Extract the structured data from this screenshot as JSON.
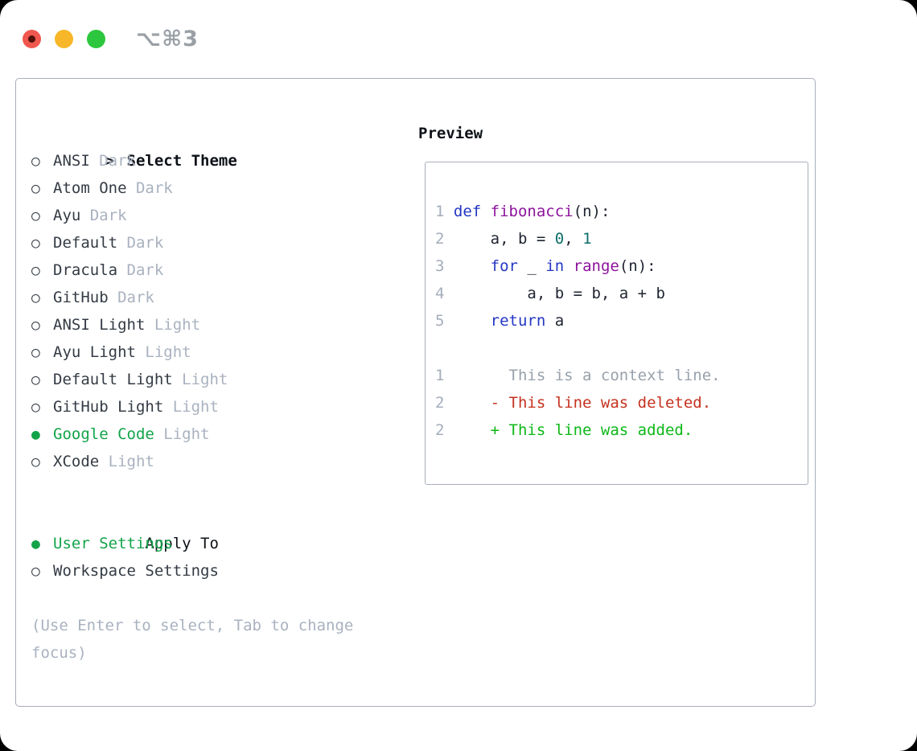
{
  "window": {
    "title": "⌥⌘3"
  },
  "theme_picker": {
    "header_marker": ">",
    "header_label": "Select Theme",
    "items": [
      {
        "marker": "○",
        "name": "ANSI",
        "variant": "Dark",
        "selected": false
      },
      {
        "marker": "○",
        "name": "Atom One",
        "variant": "Dark",
        "selected": false
      },
      {
        "marker": "○",
        "name": "Ayu",
        "variant": "Dark",
        "selected": false
      },
      {
        "marker": "○",
        "name": "Default",
        "variant": "Dark",
        "selected": false
      },
      {
        "marker": "○",
        "name": "Dracula",
        "variant": "Dark",
        "selected": false
      },
      {
        "marker": "○",
        "name": "GitHub",
        "variant": "Dark",
        "selected": false
      },
      {
        "marker": "○",
        "name": "ANSI Light",
        "variant": "Light",
        "selected": false
      },
      {
        "marker": "○",
        "name": "Ayu Light",
        "variant": "Light",
        "selected": false
      },
      {
        "marker": "○",
        "name": "Default Light",
        "variant": "Light",
        "selected": false
      },
      {
        "marker": "○",
        "name": "GitHub Light",
        "variant": "Light",
        "selected": false
      },
      {
        "marker": "●",
        "name": "Google Code",
        "variant": "Light",
        "selected": true
      },
      {
        "marker": "○",
        "name": "XCode",
        "variant": "Light",
        "selected": false
      }
    ],
    "apply_to": {
      "label": "Apply To",
      "options": [
        {
          "marker": "●",
          "label": "User Settings",
          "selected": true
        },
        {
          "marker": "○",
          "label": "Workspace Settings",
          "selected": false
        }
      ]
    },
    "hint": "(Use Enter to select, Tab to change focus)"
  },
  "preview": {
    "label": "Preview",
    "lines": [
      {
        "name": "code-line-1",
        "segments": [
          {
            "t": "1 ",
            "c": "num"
          },
          {
            "t": "def",
            "c": "kw"
          },
          {
            "t": " ",
            "c": "plain"
          },
          {
            "t": "fibonacci",
            "c": "fn"
          },
          {
            "t": "(n):",
            "c": "plain"
          }
        ]
      },
      {
        "name": "code-line-2",
        "segments": [
          {
            "t": "2 ",
            "c": "num"
          },
          {
            "t": "    a, b = ",
            "c": "plain"
          },
          {
            "t": "0",
            "c": "lit"
          },
          {
            "t": ", ",
            "c": "plain"
          },
          {
            "t": "1",
            "c": "lit"
          }
        ]
      },
      {
        "name": "code-line-3",
        "segments": [
          {
            "t": "3 ",
            "c": "num"
          },
          {
            "t": "    ",
            "c": "plain"
          },
          {
            "t": "for",
            "c": "kw"
          },
          {
            "t": " _ ",
            "c": "plain"
          },
          {
            "t": "in",
            "c": "kw"
          },
          {
            "t": " ",
            "c": "plain"
          },
          {
            "t": "range",
            "c": "fn"
          },
          {
            "t": "(n):",
            "c": "plain"
          }
        ]
      },
      {
        "name": "code-line-4",
        "segments": [
          {
            "t": "4 ",
            "c": "num"
          },
          {
            "t": "        a, b = b, a + b",
            "c": "plain"
          }
        ]
      },
      {
        "name": "code-line-5",
        "segments": [
          {
            "t": "5 ",
            "c": "num"
          },
          {
            "t": "    ",
            "c": "plain"
          },
          {
            "t": "return",
            "c": "kw"
          },
          {
            "t": " a",
            "c": "plain"
          }
        ]
      },
      {
        "name": "blank-line",
        "segments": []
      },
      {
        "name": "diff-context-line",
        "segments": [
          {
            "t": "1 ",
            "c": "num"
          },
          {
            "t": "      This is a context line.",
            "c": "ctx"
          }
        ]
      },
      {
        "name": "diff-deleted-line",
        "segments": [
          {
            "t": "2 ",
            "c": "num"
          },
          {
            "t": "    - This line was deleted.",
            "c": "del"
          }
        ]
      },
      {
        "name": "diff-added-line",
        "segments": [
          {
            "t": "2 ",
            "c": "num"
          },
          {
            "t": "    + This line was added.",
            "c": "add"
          }
        ]
      }
    ]
  },
  "colors": {
    "window_bg": "#ffffff",
    "desktop_bg": "#000000",
    "panel_border": "#a8aeb9",
    "light_red": "#f0574e",
    "light_red_dot": "#51100a",
    "light_yellow": "#f7b729",
    "light_green": "#2cc73e",
    "title_gray": "#9aa0a6",
    "text_dark": "#343b44",
    "text_black": "#0d1117",
    "muted": "#a9b2bf",
    "selected_green": "#13a44a",
    "lineno": "#a4adbb",
    "kw": "#2336c4",
    "fn": "#8d139c",
    "lit": "#0c6e68",
    "code_plain": "#1f2430",
    "ctx": "#98a1ab",
    "del": "#c53220",
    "add": "#0eb818"
  }
}
